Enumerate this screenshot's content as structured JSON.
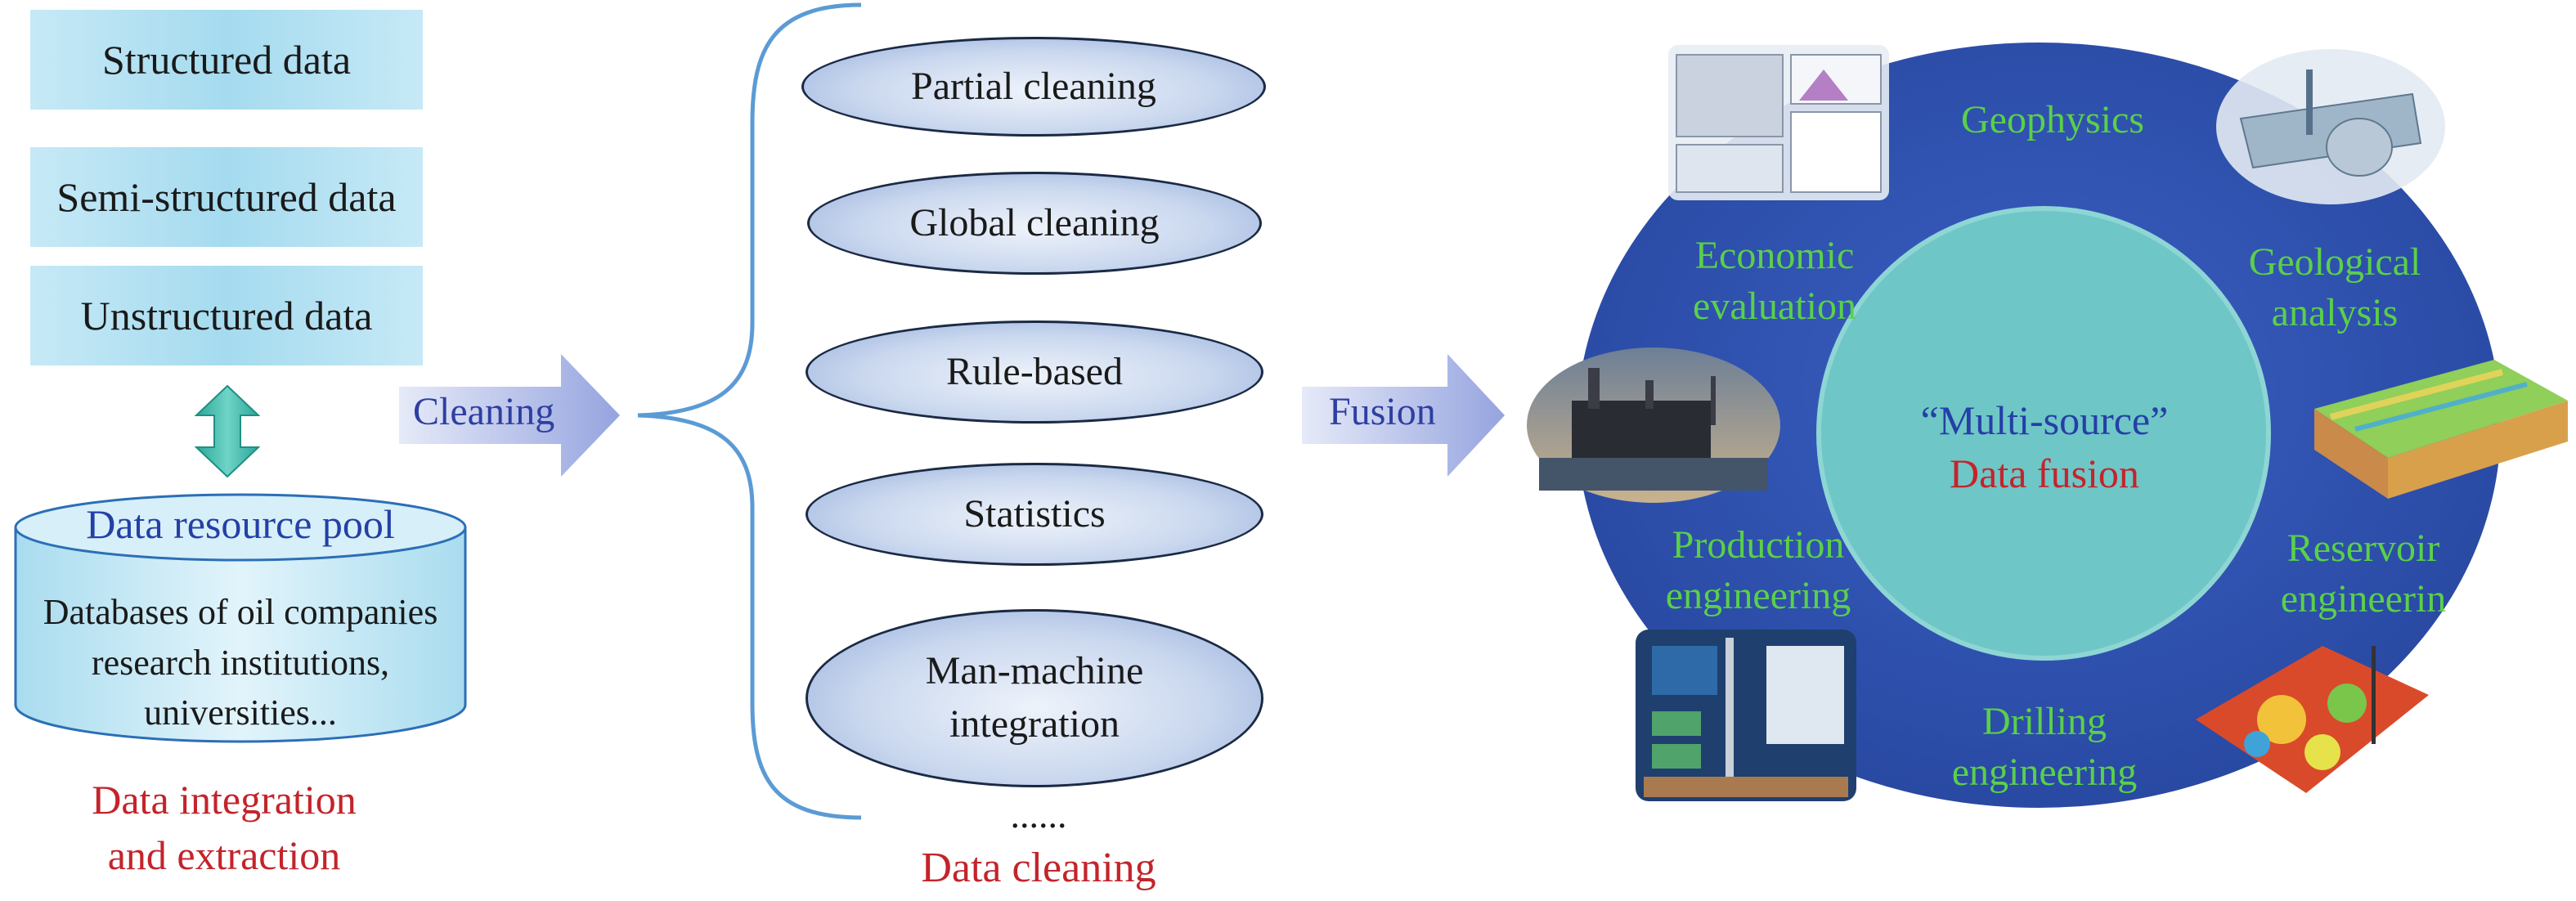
{
  "integration": {
    "data_types": [
      "Structured data",
      "Semi-structured data",
      "Unstructured data"
    ],
    "pool_title": "Data resource pool",
    "pool_text": [
      "Databases of oil companies",
      "research institutions,",
      "universities..."
    ],
    "caption": [
      "Data integration",
      "and extraction"
    ]
  },
  "arrows": {
    "cleaning": "Cleaning",
    "fusion": "Fusion"
  },
  "cleaning": {
    "methods": [
      "Partial cleaning",
      "Global cleaning",
      "Rule-based",
      "Statistics",
      "Man-machine",
      "integration"
    ],
    "ellipsis": "......",
    "caption": "Data cleaning"
  },
  "fusion": {
    "center": [
      "“Multi-source”",
      "Data fusion"
    ],
    "domains": {
      "geophysics": "Geophysics",
      "geological": [
        "Geological",
        "analysis"
      ],
      "reservoir": [
        "Reservoir",
        "engineerin"
      ],
      "drilling": [
        "Drilling",
        "engineering"
      ],
      "production": [
        "Production",
        "engineering"
      ],
      "economic": [
        "Economic",
        "evaluation"
      ]
    }
  },
  "colors": {
    "box_fill": "#a5dbef",
    "arrow": "#aab4e6",
    "ring_blue": "#2c4aa8",
    "center": "#6fc6c6",
    "label_green": "#5ad049",
    "caption_red": "#c3242b",
    "pool_title_blue": "#2440a6"
  }
}
